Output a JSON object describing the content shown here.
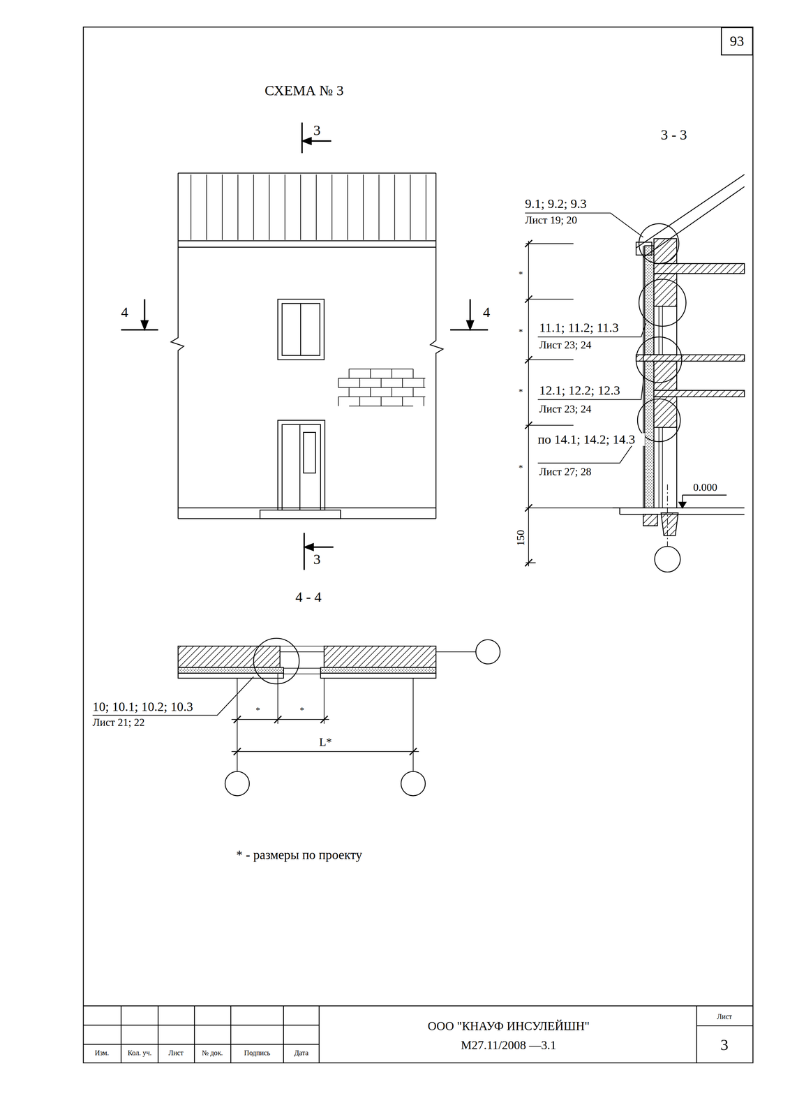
{
  "diagram": {
    "title": "СХЕМА № 3",
    "nodes": [
      {
        "text": [
          "93"
        ]
      }
    ],
    "labels": [
      "3",
      "3 - 3",
      "4",
      "4",
      "3",
      "9.1; 9.2; 9.3",
      "Лист 19; 20",
      "*",
      "*",
      "11.1; 11.2; 11.3",
      "Лист 23; 24",
      "*",
      "12.1; 12.2; 12.3",
      "Лист 23; 24",
      "*",
      "по 14.1; 14.2; 14.3",
      "Лист 27; 28",
      "0.000",
      "150",
      "4 - 4",
      "*",
      "*",
      "10; 10.1; 10.2; 10.3",
      "Лист 21; 22",
      "L*",
      "* - размеры по проекту",
      "Изм.",
      "Кол. уч.",
      "Лист",
      "№ док.",
      "Подпись",
      "Дата",
      "ООО \"КНАУФ ИНСУЛЕЙШН\"",
      "М27.11/2008 —3.1",
      "Лист",
      "3"
    ]
  }
}
